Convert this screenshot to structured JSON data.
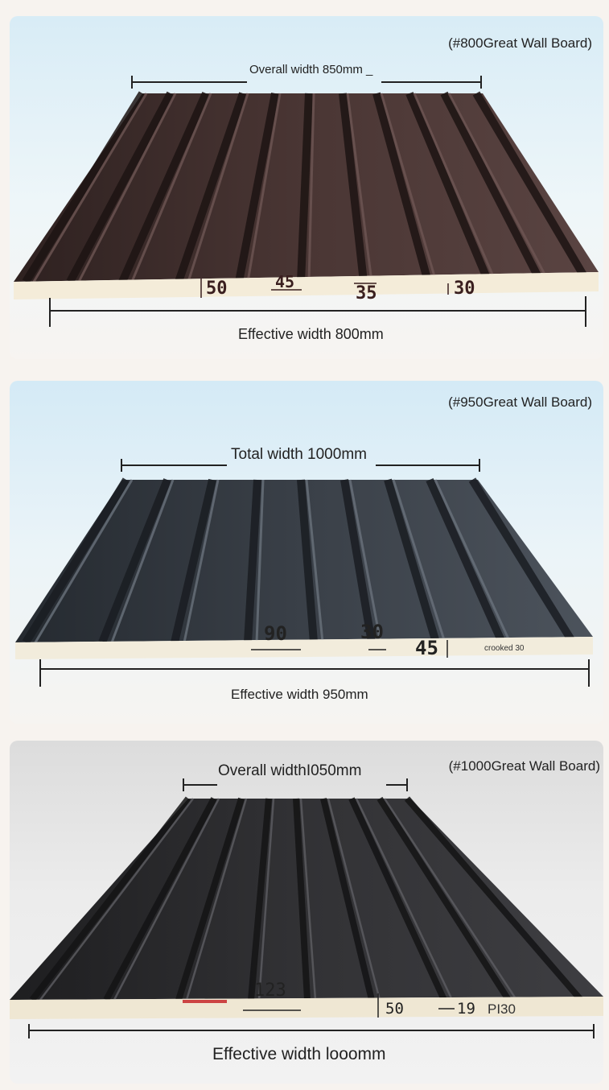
{
  "boards": [
    {
      "title": "(#800Great Wall Board)",
      "overall_label": "Overall width 850mm _",
      "effective_label": "Effective width 800mm",
      "dims": [
        "50",
        "45",
        "35",
        "30"
      ],
      "color": "#3b2c2b"
    },
    {
      "title": "(#950Great Wall Board)",
      "overall_label": "Total width 1000mm",
      "effective_label": "Effective width 950mm",
      "dims": [
        "90",
        "30",
        "45"
      ],
      "note": "crooked 30",
      "color": "#2f3339"
    },
    {
      "title": "(#1000Great Wall Board)",
      "overall_label": "Overall widthI050mm",
      "effective_label": "Effective width looomm",
      "dims": [
        "123",
        "50",
        "19"
      ],
      "note": "PI30",
      "color": "#2b2b2d"
    }
  ]
}
